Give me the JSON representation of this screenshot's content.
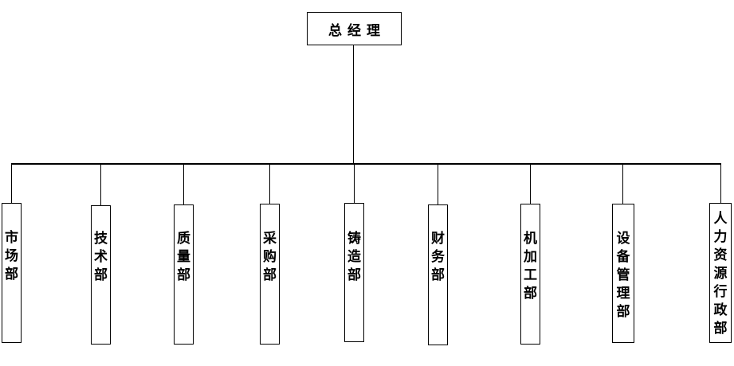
{
  "root": {
    "label": "总经理"
  },
  "departments": [
    {
      "label": "市场部"
    },
    {
      "label": "技术部"
    },
    {
      "label": "质量部"
    },
    {
      "label": "采购部"
    },
    {
      "label": "铸造部"
    },
    {
      "label": "财务部"
    },
    {
      "label": "机加工部"
    },
    {
      "label": "设备管理部"
    },
    {
      "label": "人力资源行政部"
    }
  ]
}
